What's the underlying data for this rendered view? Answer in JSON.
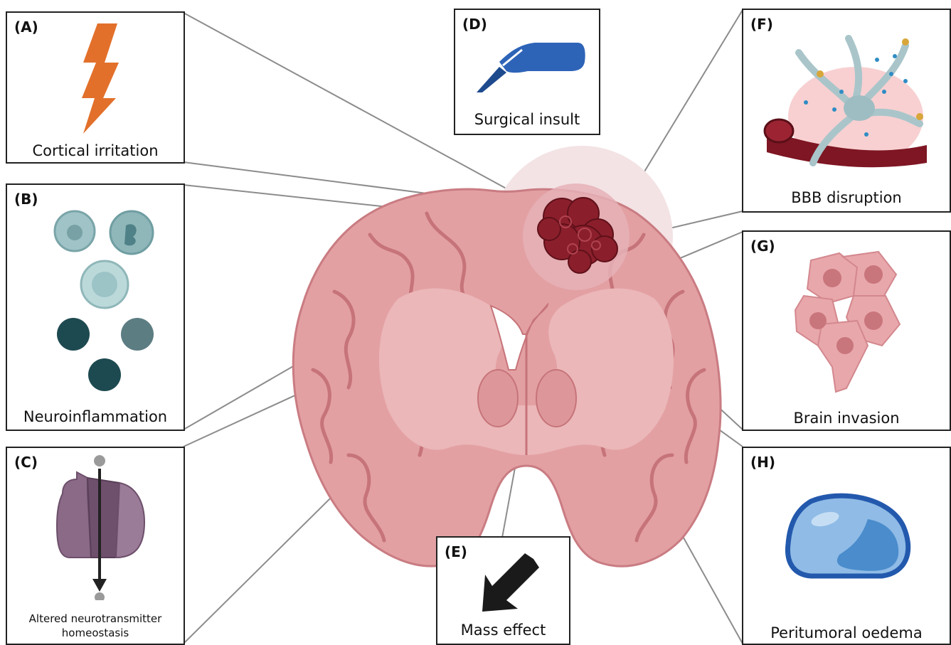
{
  "panels": [
    {
      "id": "A",
      "label": "(A)",
      "caption": "Cortical irritation",
      "icon": "lightning-bolt-icon"
    },
    {
      "id": "B",
      "label": "(B)",
      "caption": "Neuroinflammation",
      "icon": "immune-cells-icon"
    },
    {
      "id": "C",
      "label": "(C)",
      "caption": "Altered neurotransmitter homeostasis",
      "icon": "transporter-channel-icon"
    },
    {
      "id": "D",
      "label": "(D)",
      "caption": "Surgical insult",
      "icon": "scalpel-hand-icon"
    },
    {
      "id": "E",
      "label": "(E)",
      "caption": "Mass effect",
      "icon": "arrow-icon"
    },
    {
      "id": "F",
      "label": "(F)",
      "caption": "BBB disruption",
      "icon": "blood-brain-barrier-icon"
    },
    {
      "id": "G",
      "label": "(G)",
      "caption": "Brain invasion",
      "icon": "tumor-cells-icon"
    },
    {
      "id": "H",
      "label": "(H)",
      "caption": "Peritumoral oedema",
      "icon": "oedema-droplet-icon"
    }
  ],
  "colors": {
    "brain": "#e3a0a3",
    "brain_dark": "#c9777d",
    "tumor": "#8a1f2b",
    "halo": "#f1dfe2",
    "connector": "#8c8c8c",
    "bolt": "#e2702b",
    "hand": "#2e64b8",
    "channel": "#8a6a87",
    "droplet": "#2b5eb0"
  }
}
